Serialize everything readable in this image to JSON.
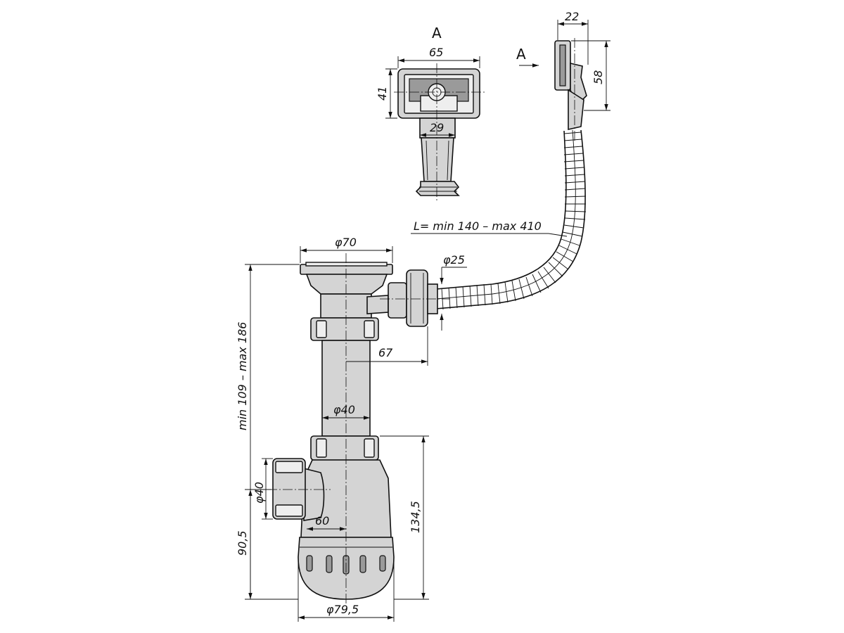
{
  "views": {
    "section_label": "A",
    "arrow_label": "A"
  },
  "dimensions": {
    "overflow_width": "22",
    "overflow_height": "58",
    "top_view_width": "65",
    "top_view_height": "41",
    "top_view_outlet": "29",
    "hose_length": "L= min 140 – max 410",
    "strainer_diameter": "φ70",
    "hose_diameter": "φ25",
    "pipe_offset": "67",
    "pipe_diameter": "φ40",
    "total_height": "min 109 – max 186",
    "outlet_diameter": "φ40",
    "outlet_offset": "60",
    "bottle_height": "134,5",
    "outlet_height": "90,5",
    "bottle_diameter": "φ79,5"
  },
  "colors": {
    "line": "#111111",
    "fill": "#d4d4d4",
    "background": "#ffffff"
  }
}
